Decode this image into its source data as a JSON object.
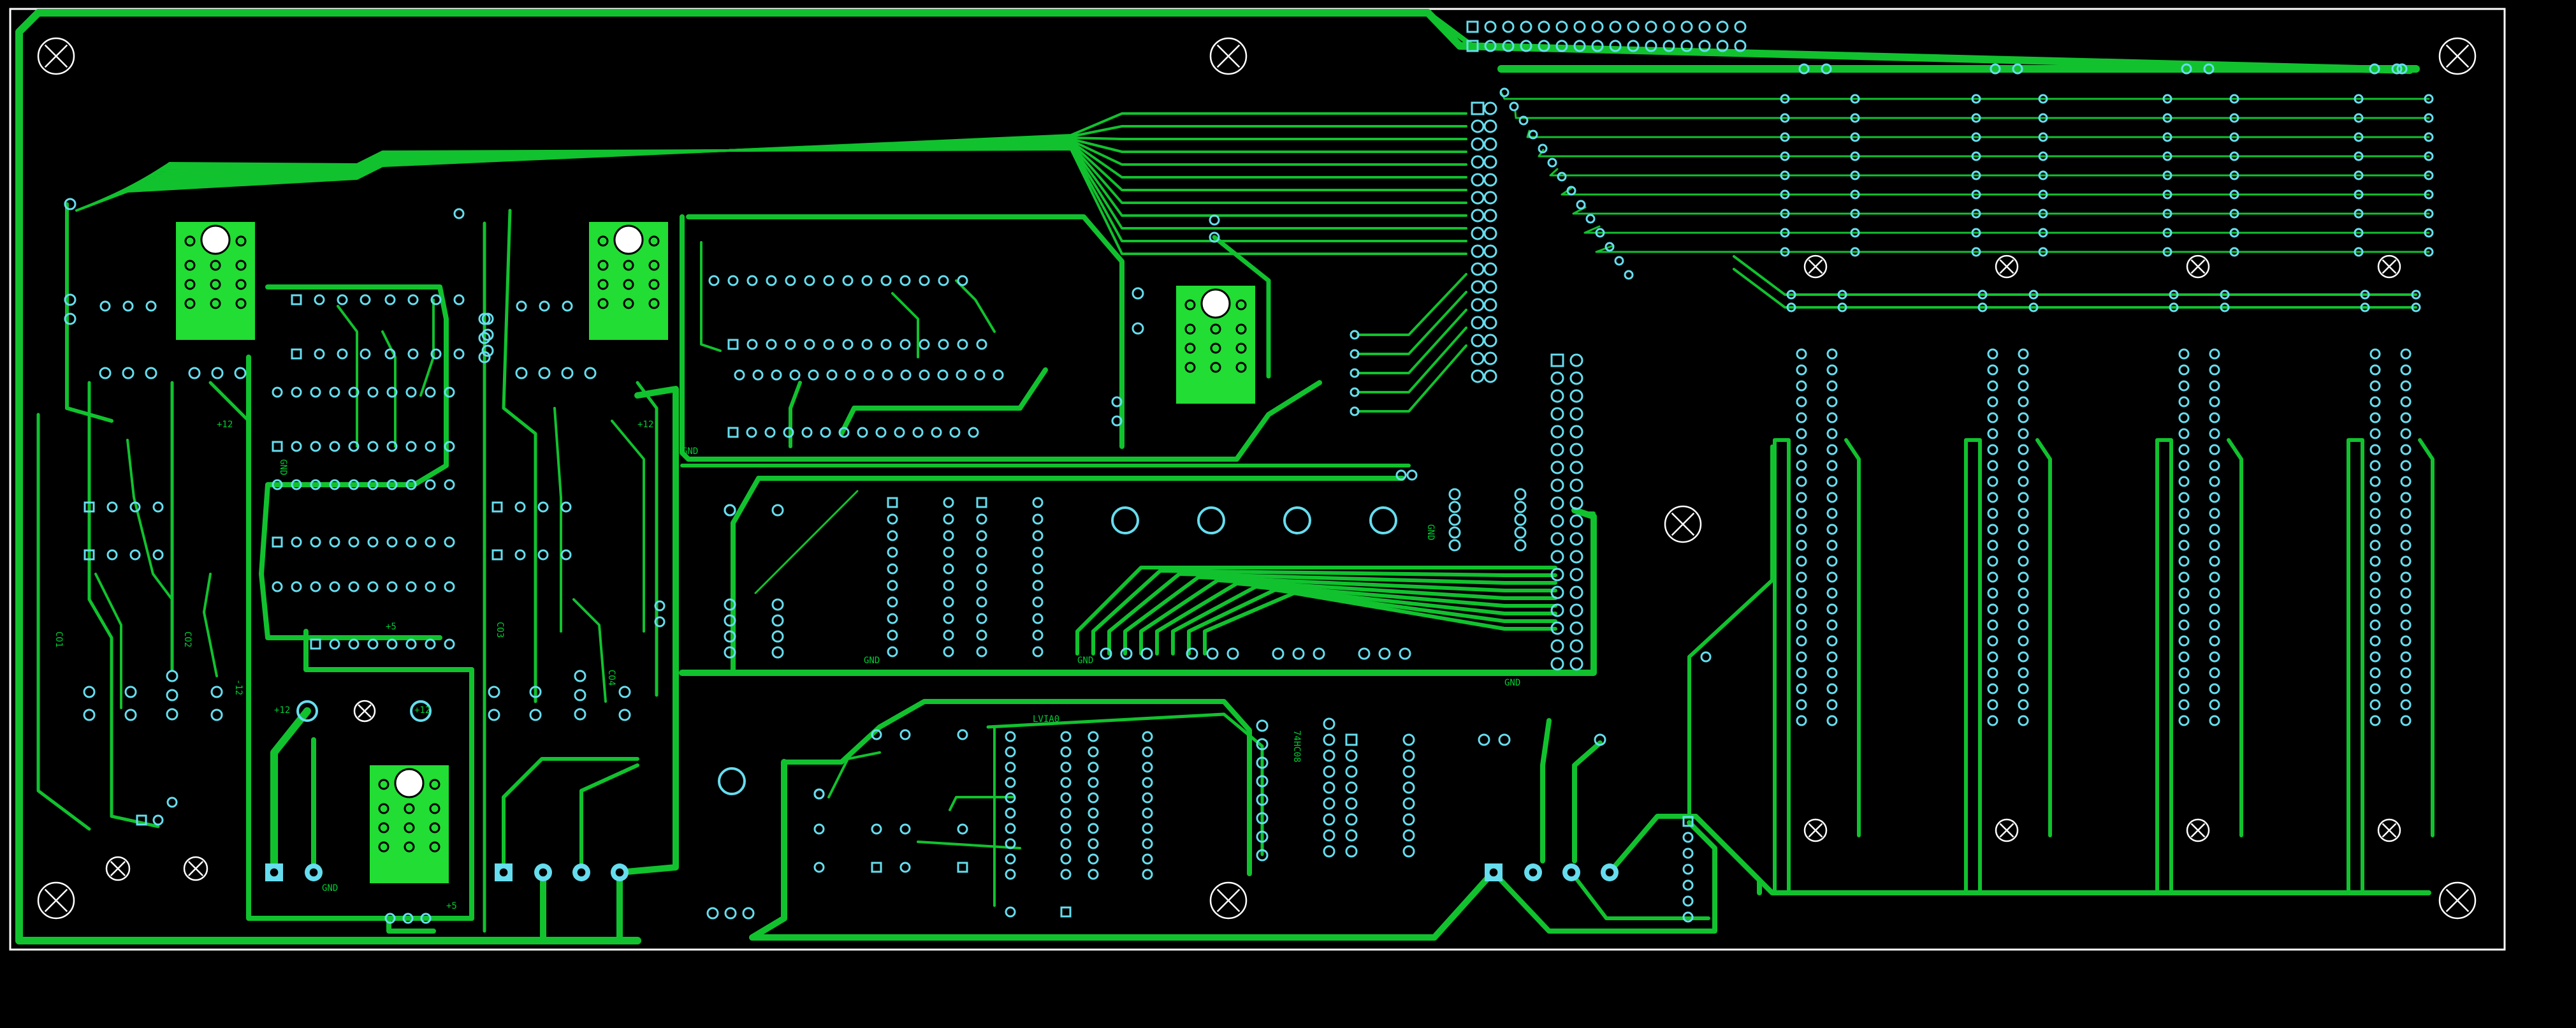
{
  "colors": {
    "background": "#000000",
    "board_outline": "#ffffff",
    "trace": "#11c22e",
    "copper_fill": "#22dd33",
    "pad": "#66ddee",
    "mounting_hole": "#ffffff",
    "silkscreen": "#00cc33"
  },
  "silkscreen_labels": {
    "gnd_1": "GND",
    "gnd_2": "GND",
    "gnd_3": "GND",
    "gnd_4": "GND",
    "gnd_5": "GND",
    "gnd_6": "GND",
    "gnd_7": "GND",
    "plus5_1": "+5",
    "plus5_2": "+5",
    "plus12_1": "+12",
    "plus12_2": "+12",
    "plus12_3": "+12",
    "plus12_4": "+12",
    "minus12": "-12",
    "co1": "CO1",
    "co2": "CO2",
    "co3": "CO3",
    "co4": "CO4",
    "vdd_label": "LVIA0",
    "mux_label": "74HC08"
  },
  "icons": {
    "mounting_hole": "x-circle-icon",
    "regulator": "to220-icon"
  }
}
